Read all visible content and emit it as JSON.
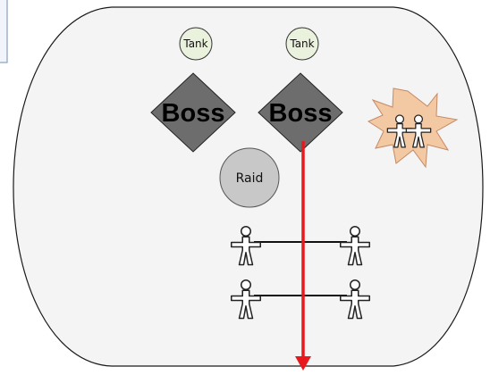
{
  "labels": {
    "tank_left": "Tank",
    "tank_right": "Tank",
    "boss_left": "Boss",
    "boss_right": "Boss",
    "raid": "Raid"
  },
  "icons": {
    "person": "person-icon",
    "burst": "starburst-icon",
    "arrow": "movement-arrow"
  },
  "colors": {
    "arena_fill": "#f4f4f4",
    "arena_stroke": "#1a1a1a",
    "tank_fill": "#eaf1dc",
    "boss_fill": "#6d6d6d",
    "raid_fill": "#c8c8c8",
    "burst_fill": "#f3c9a4",
    "burst_stroke": "#c48a66",
    "arrow": "#e8191c"
  }
}
